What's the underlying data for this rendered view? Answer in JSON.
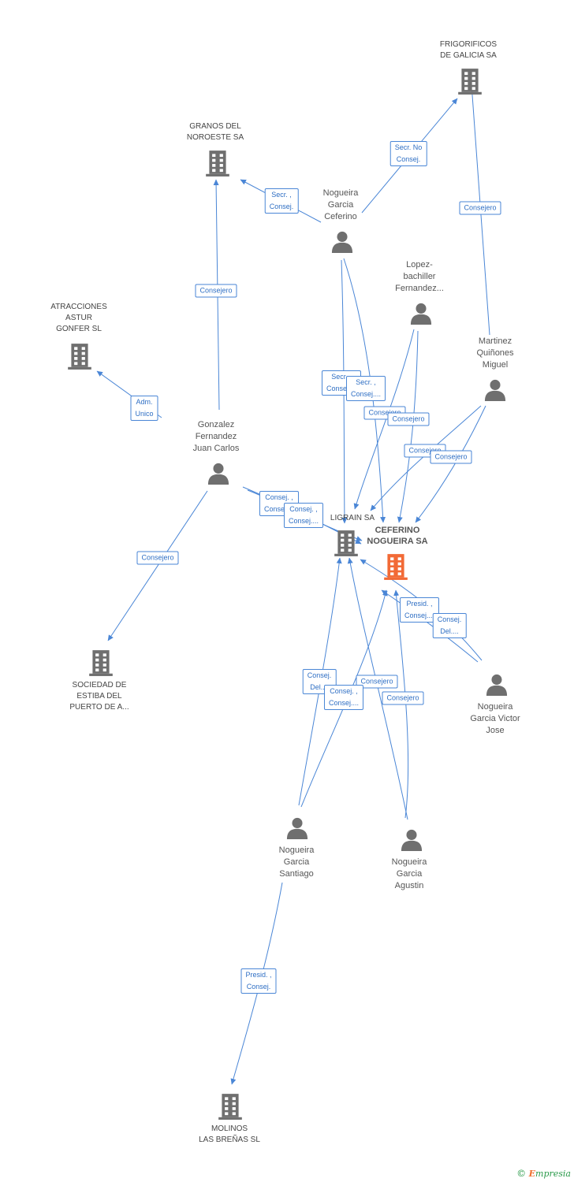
{
  "colors": {
    "edge": "#4a86d6",
    "person": "#6f6f6f",
    "company": "#6f6f6f",
    "main_company": "#f26a36"
  },
  "nodes": [
    {
      "id": "frigorificos",
      "type": "company",
      "label": [
        "FRIGORIFICOS",
        "DE GALICIA SA"
      ]
    },
    {
      "id": "granos",
      "type": "company",
      "label": [
        "GRANOS DEL",
        "NOROESTE SA"
      ]
    },
    {
      "id": "atracciones",
      "type": "company",
      "label": [
        "ATRACCIONES",
        "ASTUR",
        "GONFER SL"
      ]
    },
    {
      "id": "ligrain",
      "type": "company",
      "label": [
        "LIGRAIN SA"
      ]
    },
    {
      "id": "ceferino_sa",
      "type": "main",
      "label": [
        "CEFERINO",
        "NOGUEIRA SA"
      ]
    },
    {
      "id": "sociedad",
      "type": "company",
      "label": [
        "SOCIEDAD DE",
        "ESTIBA DEL",
        "PUERTO DE A..."
      ]
    },
    {
      "id": "molinos",
      "type": "company",
      "label": [
        "MOLINOS",
        "LAS BREÑAS SL"
      ]
    },
    {
      "id": "ceferino_p",
      "type": "person",
      "label": [
        "Nogueira",
        "Garcia",
        "Ceferino"
      ]
    },
    {
      "id": "lopez",
      "type": "person",
      "label": [
        "Lopez-",
        "bachiller",
        "Fernandez..."
      ]
    },
    {
      "id": "martinez",
      "type": "person",
      "label": [
        "Martinez",
        "Quiñones",
        "Miguel"
      ]
    },
    {
      "id": "gonzalez",
      "type": "person",
      "label": [
        "Gonzalez",
        "Fernandez",
        "Juan Carlos"
      ]
    },
    {
      "id": "victor",
      "type": "person",
      "label": [
        "Nogueira",
        "Garcia Victor",
        "Jose"
      ]
    },
    {
      "id": "santiago",
      "type": "person",
      "label": [
        "Nogueira",
        "Garcia",
        "Santiago"
      ]
    },
    {
      "id": "agustin",
      "type": "person",
      "label": [
        "Nogueira",
        "Garcia",
        "Agustin"
      ]
    }
  ],
  "relations": [
    {
      "label": [
        "Secr. No",
        "Consej."
      ]
    },
    {
      "label": [
        "Consejero"
      ]
    },
    {
      "label": [
        "Secr. ,",
        "Consej."
      ]
    },
    {
      "label": [
        "Consejero"
      ]
    },
    {
      "label": [
        "Adm.",
        "Unico"
      ]
    },
    {
      "label": [
        "Consejero"
      ]
    },
    {
      "label": [
        "Secr. ,",
        "Consej...."
      ]
    },
    {
      "label": [
        "Secr. ,",
        "Consej...."
      ]
    },
    {
      "label": [
        "Consejero"
      ]
    },
    {
      "label": [
        "Consejero"
      ]
    },
    {
      "label": [
        "Consejero"
      ]
    },
    {
      "label": [
        "Consejero"
      ]
    },
    {
      "label": [
        "Consej. ,",
        "Consej...."
      ]
    },
    {
      "label": [
        "Consej. ,",
        "Consej...."
      ]
    },
    {
      "label": [
        "Presid. ,",
        "Consej...."
      ]
    },
    {
      "label": [
        "Consej.",
        "Del...."
      ]
    },
    {
      "label": [
        "Consej.",
        "Del...."
      ]
    },
    {
      "label": [
        "Consejero"
      ]
    },
    {
      "label": [
        "Consej. ,",
        "Consej...."
      ]
    },
    {
      "label": [
        "Consejero"
      ]
    },
    {
      "label": [
        "Presid. ,",
        "Consej."
      ]
    }
  ],
  "footer": {
    "copyright_symbol": "©",
    "brand_initial": "E",
    "brand_rest": "mpresia"
  }
}
